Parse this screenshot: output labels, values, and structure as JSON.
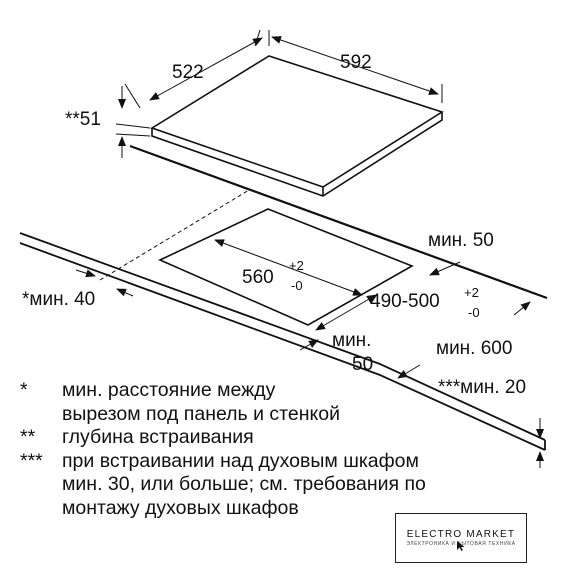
{
  "dimensions": {
    "width": "592",
    "depth": "522",
    "thickness": "**51",
    "cutout_width": "560",
    "cutout_width_tol_plus": "+2",
    "cutout_width_tol_minus": "-0",
    "cutout_depth": "490-500",
    "cutout_depth_tol_plus": "+2",
    "cutout_depth_tol_minus": "-0",
    "min_side": "мин. 50",
    "min_front_1": "мин.",
    "min_front_2": "50",
    "min_wall": "*мин. 40",
    "min_worktop": "мин. 600",
    "min_clearance": "***мин. 20"
  },
  "notes": [
    {
      "mark": "*",
      "lines": [
        "мин. расстояние между",
        "вырезом под панель и стенкой"
      ]
    },
    {
      "mark": "**",
      "lines": [
        "глубина встраивания"
      ]
    },
    {
      "mark": "***",
      "lines": [
        "при встраивании над духовым шкафом",
        "мин. 30, или больше; см. требования по",
        "монтажу духовых шкафов"
      ]
    }
  ],
  "logo": {
    "title": "ELECTRO MARKET",
    "subtitle": "ЭЛЕКТРОНИКА И БЫТОВАЯ ТЕХНИКА"
  },
  "icons": [
    "cursor-arrow-icon"
  ]
}
